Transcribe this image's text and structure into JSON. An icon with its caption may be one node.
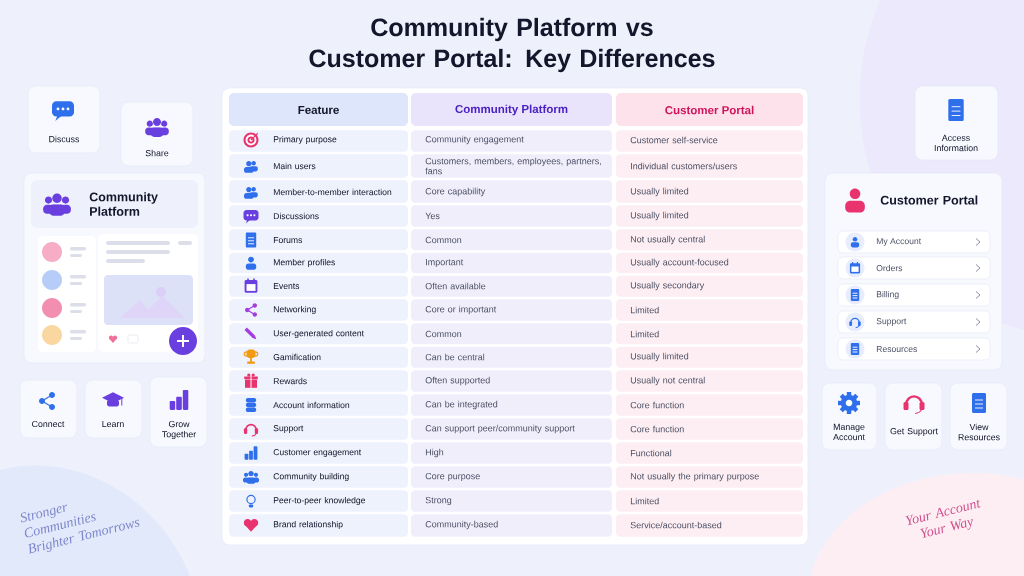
{
  "diagram": {
    "title": "Community Platform vs Customer Portal: Key Differences",
    "nodes": [
      {
        "text": [
          "Discuss"
        ]
      },
      {
        "text": [
          "Share"
        ]
      },
      {
        "text": [
          "Community Platform"
        ]
      },
      {
        "text": [
          "Connect"
        ]
      },
      {
        "text": [
          "Learn"
        ]
      },
      {
        "text": [
          "Grow Together"
        ]
      },
      {
        "text": [
          "Access Information"
        ]
      },
      {
        "text": [
          "Customer Portal"
        ]
      },
      {
        "text": [
          "My Account"
        ],
        "in": 7
      },
      {
        "text": [
          "Orders"
        ],
        "in": 7
      },
      {
        "text": [
          "Billing"
        ],
        "in": 7
      },
      {
        "text": [
          "Support"
        ],
        "in": 7
      },
      {
        "text": [
          "Resources"
        ],
        "in": 7
      },
      {
        "text": [
          "Manage Account"
        ]
      },
      {
        "text": [
          "Get Support"
        ]
      },
      {
        "text": [
          "View Resources"
        ]
      }
    ],
    "labels": [
      "Feature",
      "Community Platform",
      "Customer Portal",
      "Primary purpose",
      "Community engagement",
      "Customer self-service",
      "Main users",
      "Customers, members, employees, partners, fans",
      "Individual customers/users",
      "Member-to-member interaction",
      "Core capability",
      "Usually limited",
      "Discussions",
      "Yes",
      "Usually limited",
      "Forums",
      "Common",
      "Not usually central",
      "Member profiles",
      "Important",
      "Usually account-focused",
      "Events",
      "Often available",
      "Usually secondary",
      "Networking",
      "Core or important",
      "Limited",
      "User-generated content",
      "Common",
      "Limited",
      "Gamification",
      "Can be central",
      "Usually limited",
      "Rewards",
      "Often supported",
      "Usually not central",
      "Account information",
      "Can be integrated",
      "Core function",
      "Support",
      "Can support peer/community support",
      "Core function",
      "Customer engagement",
      "High",
      "Functional",
      "Community building",
      "Core purpose",
      "Not usually the primary purpose",
      "Peer-to-peer knowledge",
      "Strong",
      "Limited",
      "Brand relationship",
      "Community-based",
      "Service/account-based",
      "Stronger Communities Brighter Tomorrows",
      "Your Account Your Way"
    ]
  }
}
